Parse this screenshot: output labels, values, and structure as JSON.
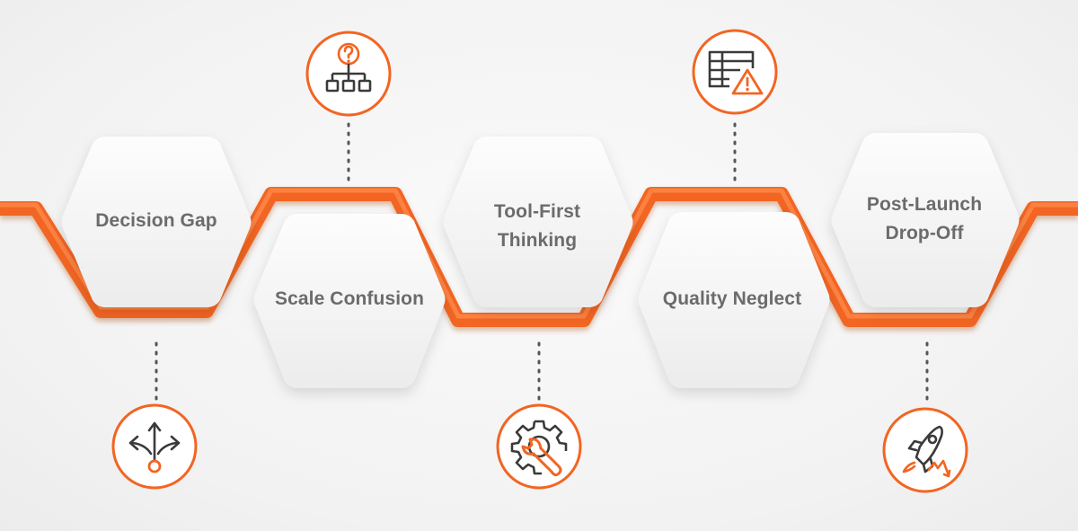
{
  "accent_color": "#f26522",
  "steps": [
    {
      "id": "decision-gap",
      "lines": [
        "Decision Gap"
      ],
      "icon": "decision-arrows-icon"
    },
    {
      "id": "scale-confusion",
      "lines": [
        "Scale Confusion"
      ],
      "icon": "question-hierarchy-icon"
    },
    {
      "id": "tool-first-thinking",
      "lines": [
        "Tool-First",
        "Thinking"
      ],
      "icon": "gear-wrench-icon"
    },
    {
      "id": "quality-neglect",
      "lines": [
        "Quality Neglect"
      ],
      "icon": "table-warning-icon"
    },
    {
      "id": "post-launch-drop-off",
      "lines": [
        "Post-Launch",
        "Drop-Off"
      ],
      "icon": "rocket-decline-icon"
    }
  ]
}
